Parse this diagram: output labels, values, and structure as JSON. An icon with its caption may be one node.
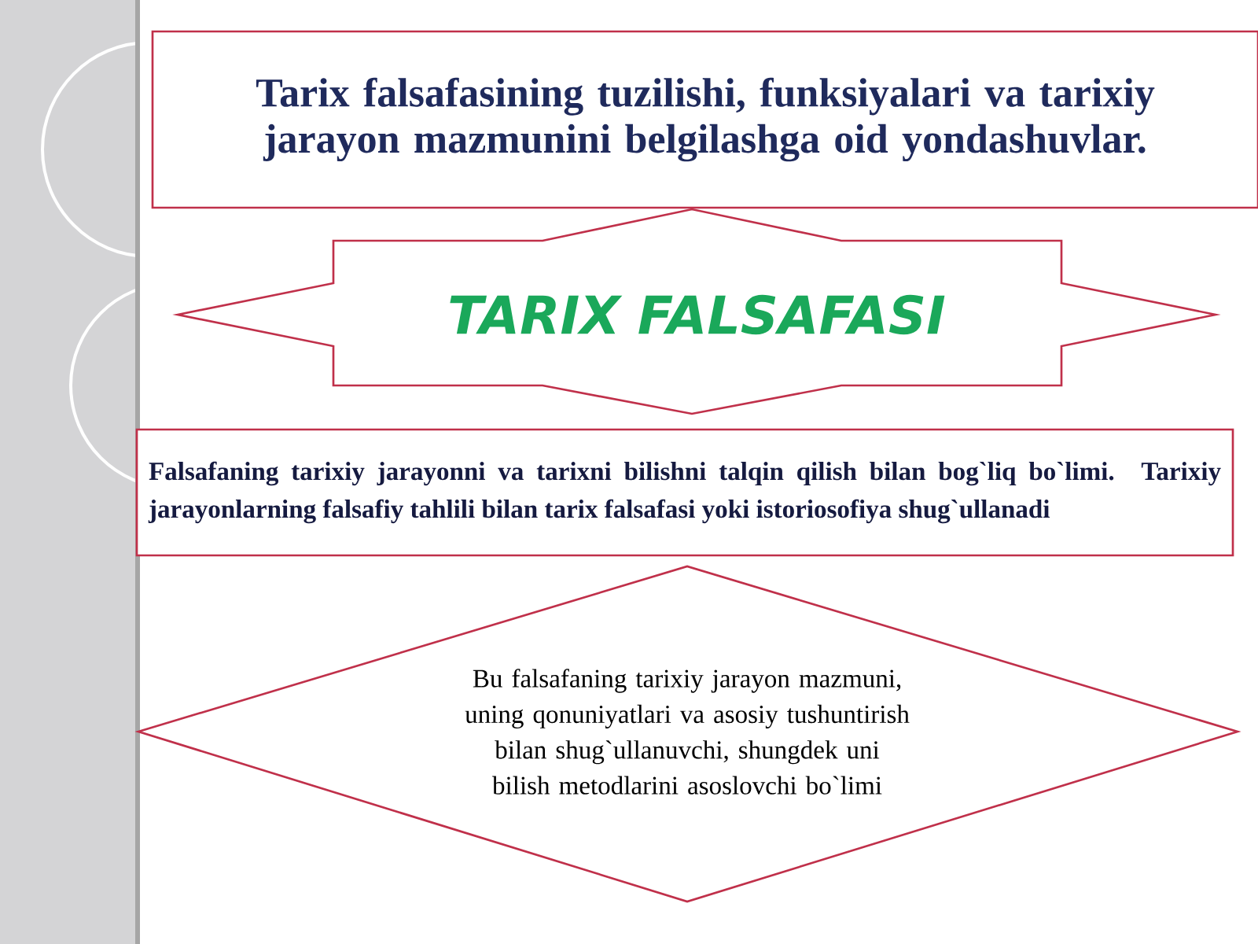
{
  "diagram": {
    "nodes": [
      {
        "text": [
          "Tarix falsafasining tuzilishi, funksiyalari va tarixiy jarayon mazmunini belgilashga oid yondashuvlar."
        ]
      },
      {
        "text": [
          "TARIX FALSAFASI"
        ]
      },
      {
        "text": [
          "Falsafaning tarixiy jarayonni va tarixni bilishni talqin qilish bilan  bog`liq bo`limi. Tarixiy jarayonlarning falsafiy tahlili bilan tarix falsafasi yoki istoriosofiya shug`ullanadi"
        ]
      },
      {
        "text": [
          "Bu falsafaning tarixiy jarayon mazmuni, uning qonuniyatlari va asosiy tushuntirish bilan shug`ullanuvchi, shungdek uni bilish metodlarini asoslovchi bo`limi"
        ]
      }
    ]
  }
}
